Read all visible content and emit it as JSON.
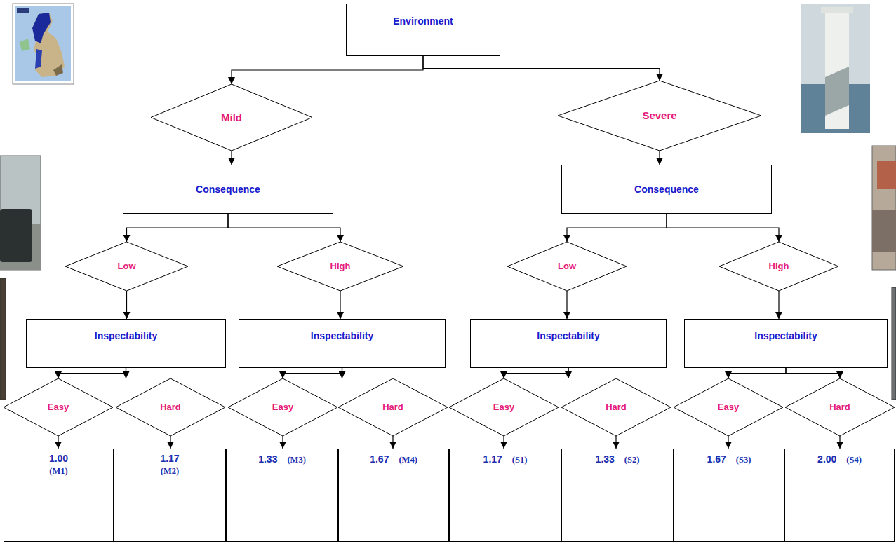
{
  "diagram": {
    "nodes": [
      {
        "text": [
          "Environment"
        ]
      },
      {
        "text": [
          "Mild"
        ]
      },
      {
        "text": [
          "Severe"
        ]
      },
      {
        "text": [
          "Consequence"
        ]
      },
      {
        "text": [
          "Consequence"
        ]
      },
      {
        "text": [
          "Low"
        ]
      },
      {
        "text": [
          "High"
        ]
      },
      {
        "text": [
          "Low"
        ]
      },
      {
        "text": [
          "High"
        ]
      },
      {
        "text": [
          "Inspectability"
        ]
      },
      {
        "text": [
          "Inspectability"
        ]
      },
      {
        "text": [
          "Inspectability"
        ]
      },
      {
        "text": [
          "Inspectability"
        ]
      },
      {
        "text": [
          "Easy"
        ]
      },
      {
        "text": [
          "Hard"
        ]
      },
      {
        "text": [
          "Easy"
        ]
      },
      {
        "text": [
          "Hard"
        ]
      },
      {
        "text": [
          "Easy"
        ]
      },
      {
        "text": [
          "Hard"
        ]
      },
      {
        "text": [
          "Easy"
        ]
      },
      {
        "text": [
          "Hard"
        ]
      },
      {
        "text": [
          "1.00",
          "(M1)"
        ]
      },
      {
        "text": [
          "1.17",
          "(M2)"
        ]
      },
      {
        "text": [
          "1.33",
          "(M3)"
        ]
      },
      {
        "text": [
          "1.67",
          "(M4)"
        ]
      },
      {
        "text": [
          "1.17",
          "(S1)"
        ]
      },
      {
        "text": [
          "1.33",
          "(S2)"
        ]
      },
      {
        "text": [
          "1.67",
          "(S3)"
        ]
      },
      {
        "text": [
          "2.00",
          "(S4)"
        ]
      }
    ],
    "edges": [
      {
        "from": 0,
        "to": 1,
        "arrow": "to"
      },
      {
        "from": 0,
        "to": 2,
        "arrow": "to"
      },
      {
        "from": 1,
        "to": 3,
        "arrow": "to"
      },
      {
        "from": 2,
        "to": 4,
        "arrow": "to"
      },
      {
        "from": 3,
        "to": 5,
        "arrow": "to"
      },
      {
        "from": 3,
        "to": 6,
        "arrow": "to"
      },
      {
        "from": 4,
        "to": 7,
        "arrow": "to"
      },
      {
        "from": 4,
        "to": 8,
        "arrow": "to"
      },
      {
        "from": 5,
        "to": 9,
        "arrow": "to"
      },
      {
        "from": 6,
        "to": 10,
        "arrow": "to"
      },
      {
        "from": 7,
        "to": 11,
        "arrow": "to"
      },
      {
        "from": 8,
        "to": 12,
        "arrow": "to"
      },
      {
        "from": 9,
        "to": 13,
        "arrow": "to"
      },
      {
        "from": 9,
        "to": 14,
        "arrow": "to"
      },
      {
        "from": 10,
        "to": 15,
        "arrow": "to"
      },
      {
        "from": 10,
        "to": 16,
        "arrow": "to"
      },
      {
        "from": 11,
        "to": 17,
        "arrow": "to"
      },
      {
        "from": 11,
        "to": 18,
        "arrow": "to"
      },
      {
        "from": 12,
        "to": 19,
        "arrow": "to"
      },
      {
        "from": 12,
        "to": 20,
        "arrow": "to"
      },
      {
        "from": 13,
        "to": 21,
        "arrow": "to"
      },
      {
        "from": 14,
        "to": 22,
        "arrow": "to"
      },
      {
        "from": 15,
        "to": 23,
        "arrow": "to"
      },
      {
        "from": 16,
        "to": 24,
        "arrow": "to"
      },
      {
        "from": 17,
        "to": 25,
        "arrow": "to"
      },
      {
        "from": 18,
        "to": 26,
        "arrow": "to"
      },
      {
        "from": 19,
        "to": 27,
        "arrow": "to"
      },
      {
        "from": 20,
        "to": 28,
        "arrow": "to"
      }
    ]
  }
}
